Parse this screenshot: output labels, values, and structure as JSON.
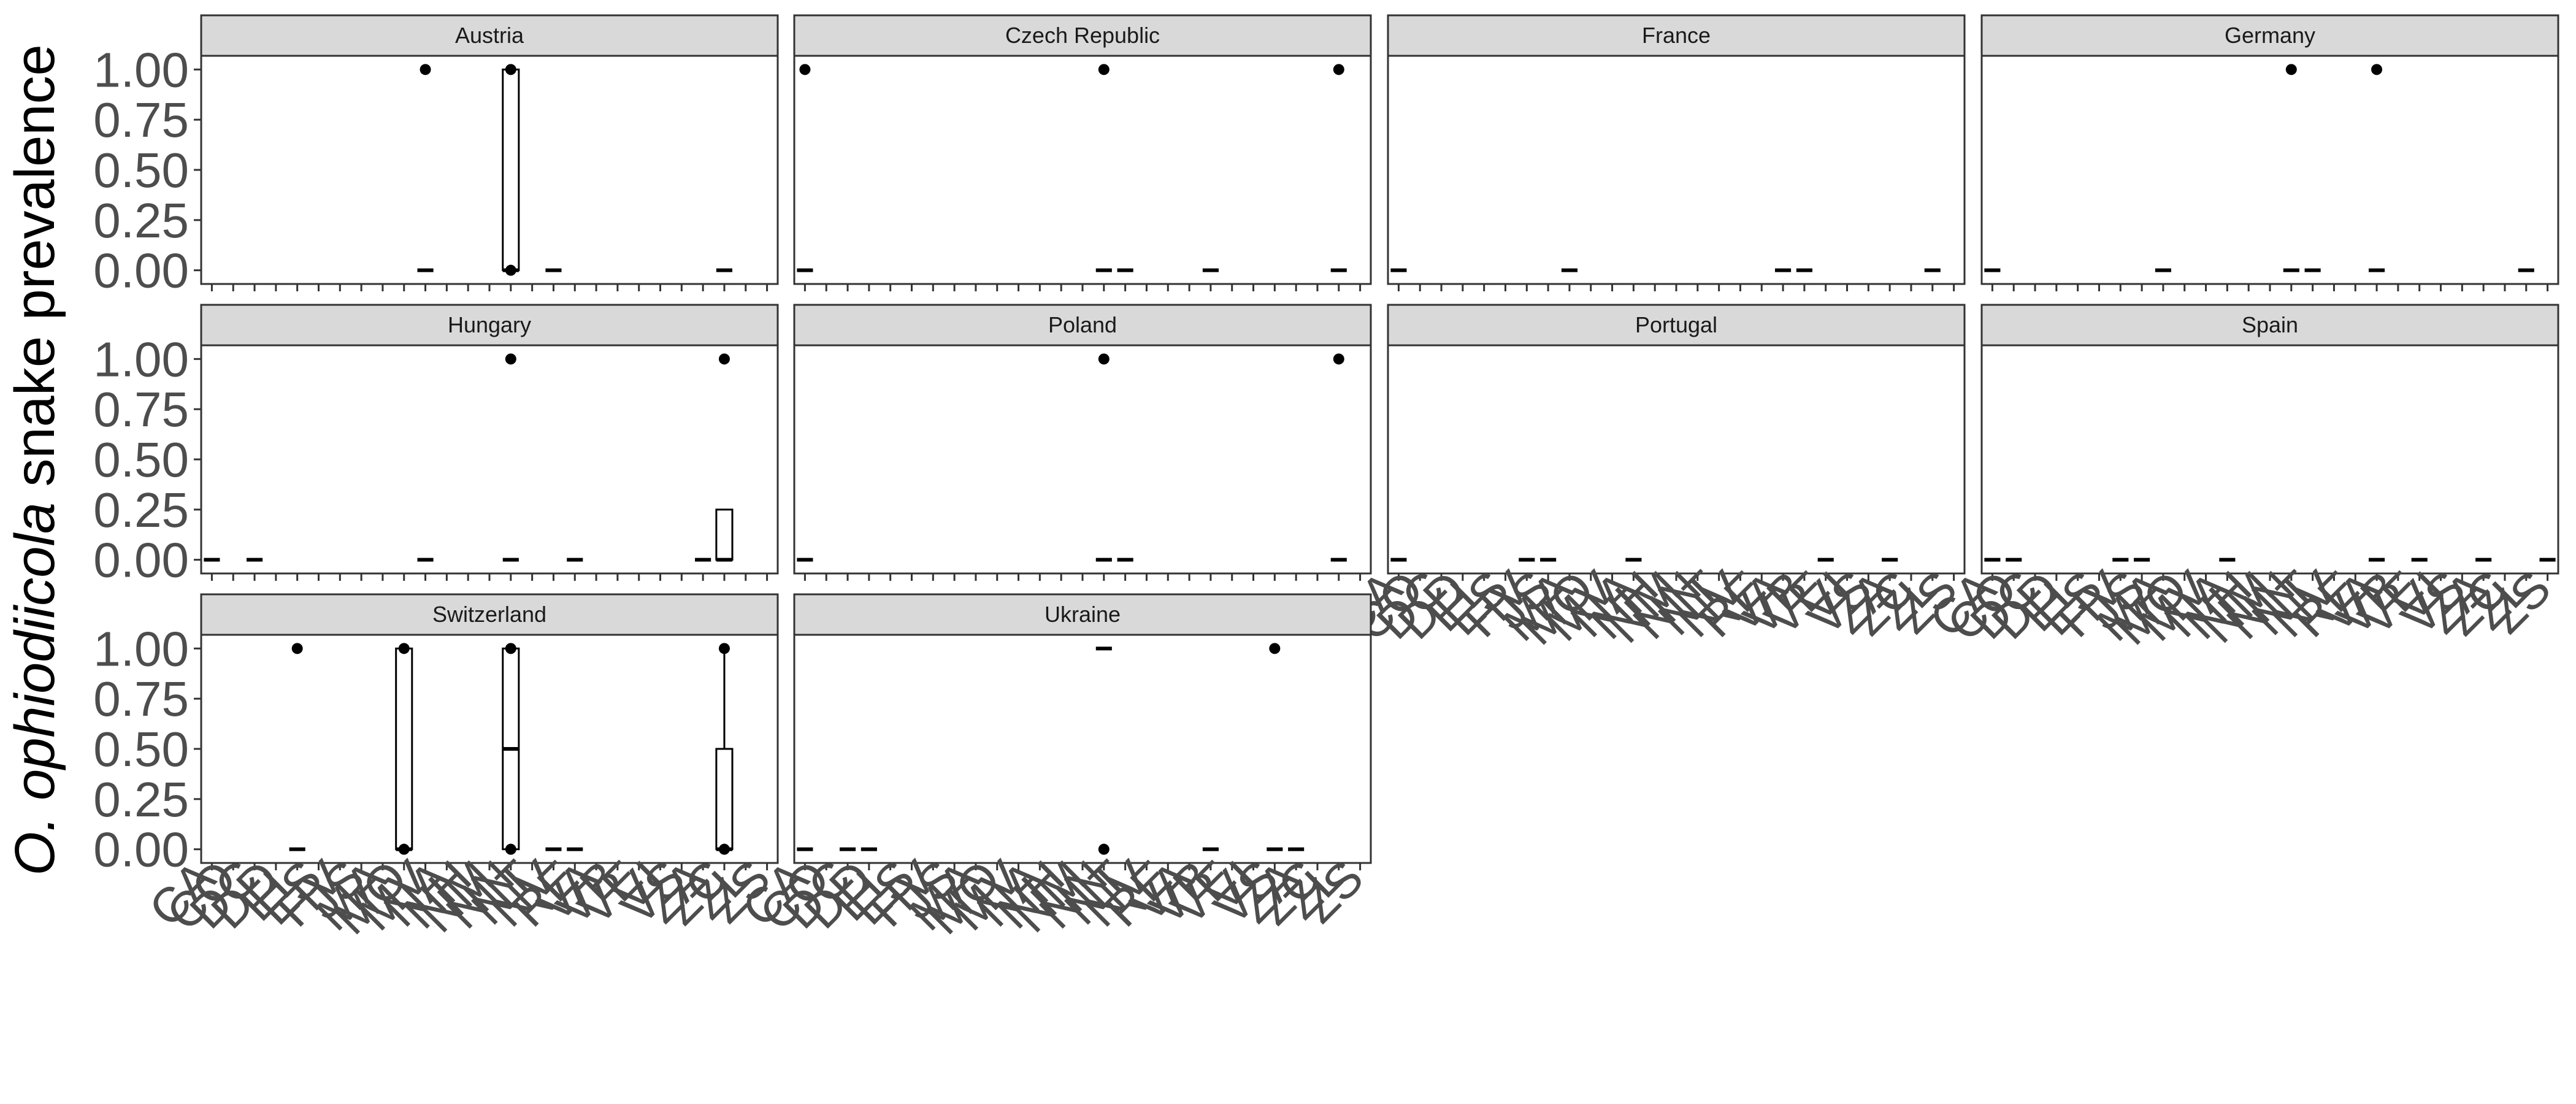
{
  "chart_data": {
    "type": "boxplot",
    "ylabel_italic": "O. ophiodiicola",
    "ylabel_rest": " snake prevalence",
    "xlabel": "",
    "ylim": [
      0,
      1
    ],
    "y_ticks": [
      "0.00",
      "0.25",
      "0.50",
      "0.75",
      "1.00"
    ],
    "categories": [
      "CA",
      "CO",
      "DC",
      "DD",
      "EL",
      "ES",
      "HV",
      "JS",
      "MA",
      "MO",
      "MV",
      "NA",
      "NH",
      "NM",
      "NN",
      "NT",
      "NV",
      "RE",
      "VA",
      "VB",
      "VE",
      "VI",
      "VS",
      "ZA",
      "ZC",
      "ZL",
      "ZS"
    ],
    "category_labels": [
      "CA",
      "CO",
      "DC",
      "DD",
      "EL",
      "ES",
      "HV",
      "JS",
      "MA",
      "MO",
      "MV",
      "NA",
      "NH",
      "NM",
      "NN",
      "NT",
      "NV",
      "RE",
      "VA",
      "VB",
      "VE",
      "VI",
      "VS",
      "ZA",
      "ZC",
      "ZL",
      "ZS"
    ],
    "grid": false,
    "facets": [
      {
        "name": "Austria",
        "groups": [
          {
            "x": "MV",
            "q1": 0,
            "median": 0,
            "q3": 0,
            "min": 0,
            "max": 0,
            "outliers": [
              1
            ]
          },
          {
            "x": "NN",
            "q1": 0,
            "median": 0,
            "q3": 1,
            "min": 0,
            "max": 1,
            "outliers": [
              0,
              1
            ]
          },
          {
            "x": "NV",
            "q1": 0,
            "median": 0,
            "q3": 0,
            "min": 0,
            "max": 0,
            "outliers": []
          },
          {
            "x": "ZC",
            "q1": 0,
            "median": 0,
            "q3": 0,
            "min": 0,
            "max": 0,
            "outliers": []
          }
        ]
      },
      {
        "name": "Czech Republic",
        "groups": [
          {
            "x": "CA",
            "q1": 0,
            "median": 0,
            "q3": 0,
            "min": 0,
            "max": 0,
            "outliers": [
              1
            ]
          },
          {
            "x": "NN",
            "q1": 0,
            "median": 0,
            "q3": 0,
            "min": 0,
            "max": 0,
            "outliers": [
              1
            ]
          },
          {
            "x": "NT",
            "q1": 0,
            "median": 0,
            "q3": 0,
            "min": 0,
            "max": 0,
            "outliers": []
          },
          {
            "x": "VB",
            "q1": 0,
            "median": 0,
            "q3": 0,
            "min": 0,
            "max": 0,
            "outliers": []
          },
          {
            "x": "ZL",
            "q1": 0,
            "median": 0,
            "q3": 0,
            "min": 0,
            "max": 0,
            "outliers": [
              1
            ]
          }
        ]
      },
      {
        "name": "France",
        "groups": [
          {
            "x": "CA",
            "q1": 0,
            "median": 0,
            "q3": 0,
            "min": 0,
            "max": 0,
            "outliers": []
          },
          {
            "x": "MA",
            "q1": 0,
            "median": 0,
            "q3": 0,
            "min": 0,
            "max": 0,
            "outliers": []
          },
          {
            "x": "VA",
            "q1": 0,
            "median": 0,
            "q3": 0,
            "min": 0,
            "max": 0,
            "outliers": []
          },
          {
            "x": "VB",
            "q1": 0,
            "median": 0,
            "q3": 0,
            "min": 0,
            "max": 0,
            "outliers": []
          },
          {
            "x": "ZL",
            "q1": 0,
            "median": 0,
            "q3": 0,
            "min": 0,
            "max": 0,
            "outliers": []
          }
        ]
      },
      {
        "name": "Germany",
        "groups": [
          {
            "x": "CA",
            "q1": 0,
            "median": 0,
            "q3": 0,
            "min": 0,
            "max": 0,
            "outliers": []
          },
          {
            "x": "MA",
            "q1": 0,
            "median": 0,
            "q3": 0,
            "min": 0,
            "max": 0,
            "outliers": []
          },
          {
            "x": "NN",
            "q1": 0,
            "median": 0,
            "q3": 0,
            "min": 0,
            "max": 0,
            "outliers": [
              1
            ]
          },
          {
            "x": "NT",
            "q1": 0,
            "median": 0,
            "q3": 0,
            "min": 0,
            "max": 0,
            "outliers": []
          },
          {
            "x": "VA",
            "q1": 0,
            "median": 0,
            "q3": 0,
            "min": 0,
            "max": 0,
            "outliers": [
              1
            ]
          },
          {
            "x": "ZL",
            "q1": 0,
            "median": 0,
            "q3": 0,
            "min": 0,
            "max": 0,
            "outliers": []
          }
        ]
      },
      {
        "name": "Hungary",
        "groups": [
          {
            "x": "CA",
            "q1": 0,
            "median": 0,
            "q3": 0,
            "min": 0,
            "max": 0,
            "outliers": []
          },
          {
            "x": "DC",
            "q1": 0,
            "median": 0,
            "q3": 0,
            "min": 0,
            "max": 0,
            "outliers": []
          },
          {
            "x": "MV",
            "q1": 0,
            "median": 0,
            "q3": 0,
            "min": 0,
            "max": 0,
            "outliers": []
          },
          {
            "x": "NN",
            "q1": 0,
            "median": 0,
            "q3": 0,
            "min": 0,
            "max": 0,
            "outliers": [
              1
            ]
          },
          {
            "x": "RE",
            "q1": 0,
            "median": 0,
            "q3": 0,
            "min": 0,
            "max": 0,
            "outliers": []
          },
          {
            "x": "ZA",
            "q1": 0,
            "median": 0,
            "q3": 0,
            "min": 0,
            "max": 0,
            "outliers": []
          },
          {
            "x": "ZC",
            "q1": 0,
            "median": 0,
            "q3": 0.25,
            "min": 0,
            "max": 0.25,
            "outliers": [
              1
            ]
          }
        ]
      },
      {
        "name": "Poland",
        "groups": [
          {
            "x": "CA",
            "q1": 0,
            "median": 0,
            "q3": 0,
            "min": 0,
            "max": 0,
            "outliers": []
          },
          {
            "x": "NN",
            "q1": 0,
            "median": 0,
            "q3": 0,
            "min": 0,
            "max": 0,
            "outliers": [
              1
            ]
          },
          {
            "x": "NT",
            "q1": 0,
            "median": 0,
            "q3": 0,
            "min": 0,
            "max": 0,
            "outliers": []
          },
          {
            "x": "ZL",
            "q1": 0,
            "median": 0,
            "q3": 0,
            "min": 0,
            "max": 0,
            "outliers": [
              1
            ]
          }
        ]
      },
      {
        "name": "Portugal",
        "groups": [
          {
            "x": "CA",
            "q1": 0,
            "median": 0,
            "q3": 0,
            "min": 0,
            "max": 0,
            "outliers": []
          },
          {
            "x": "HV",
            "q1": 0,
            "median": 0,
            "q3": 0,
            "min": 0,
            "max": 0,
            "outliers": []
          },
          {
            "x": "JS",
            "q1": 0,
            "median": 0,
            "q3": 0,
            "min": 0,
            "max": 0,
            "outliers": []
          },
          {
            "x": "NA",
            "q1": 0,
            "median": 0,
            "q3": 0,
            "min": 0,
            "max": 0,
            "outliers": []
          },
          {
            "x": "VE",
            "q1": 0,
            "median": 0,
            "q3": 0,
            "min": 0,
            "max": 0,
            "outliers": []
          },
          {
            "x": "ZA",
            "q1": 0,
            "median": 0,
            "q3": 0,
            "min": 0,
            "max": 0,
            "outliers": []
          }
        ]
      },
      {
        "name": "Spain",
        "groups": [
          {
            "x": "CA",
            "q1": 0,
            "median": 0,
            "q3": 0,
            "min": 0,
            "max": 0,
            "outliers": []
          },
          {
            "x": "CO",
            "q1": 0,
            "median": 0,
            "q3": 0,
            "min": 0,
            "max": 0,
            "outliers": []
          },
          {
            "x": "HV",
            "q1": 0,
            "median": 0,
            "q3": 0,
            "min": 0,
            "max": 0,
            "outliers": []
          },
          {
            "x": "JS",
            "q1": 0,
            "median": 0,
            "q3": 0,
            "min": 0,
            "max": 0,
            "outliers": []
          },
          {
            "x": "NA",
            "q1": 0,
            "median": 0,
            "q3": 0,
            "min": 0,
            "max": 0,
            "outliers": []
          },
          {
            "x": "VA",
            "q1": 0,
            "median": 0,
            "q3": 0,
            "min": 0,
            "max": 0,
            "outliers": []
          },
          {
            "x": "VE",
            "q1": 0,
            "median": 0,
            "q3": 0,
            "min": 0,
            "max": 0,
            "outliers": []
          },
          {
            "x": "ZA",
            "q1": 0,
            "median": 0,
            "q3": 0,
            "min": 0,
            "max": 0,
            "outliers": []
          },
          {
            "x": "ZS",
            "q1": 0,
            "median": 0,
            "q3": 0,
            "min": 0,
            "max": 0,
            "outliers": []
          }
        ]
      },
      {
        "name": "Switzerland",
        "groups": [
          {
            "x": "EL",
            "q1": 0,
            "median": 0,
            "q3": 0,
            "min": 0,
            "max": 0,
            "outliers": [
              1
            ]
          },
          {
            "x": "MO",
            "q1": 0,
            "median": 0,
            "q3": 1,
            "min": 0,
            "max": 1,
            "outliers": [
              0,
              1
            ]
          },
          {
            "x": "NN",
            "q1": 0,
            "median": 0.5,
            "q3": 1,
            "min": 0,
            "max": 1,
            "outliers": [
              0,
              1
            ]
          },
          {
            "x": "NV",
            "q1": 0,
            "median": 0,
            "q3": 0,
            "min": 0,
            "max": 0,
            "outliers": []
          },
          {
            "x": "RE",
            "q1": 0,
            "median": 0,
            "q3": 0,
            "min": 0,
            "max": 0,
            "outliers": []
          },
          {
            "x": "ZC",
            "q1": 0,
            "median": 0,
            "q3": 0.5,
            "min": 0,
            "max": 1,
            "outliers": [
              0,
              1
            ]
          }
        ]
      },
      {
        "name": "Ukraine",
        "groups": [
          {
            "x": "CA",
            "q1": 0,
            "median": 0,
            "q3": 0,
            "min": 0,
            "max": 0,
            "outliers": []
          },
          {
            "x": "DC",
            "q1": 0,
            "median": 0,
            "q3": 0,
            "min": 0,
            "max": 0,
            "outliers": []
          },
          {
            "x": "DD",
            "q1": 0,
            "median": 0,
            "q3": 0,
            "min": 0,
            "max": 0,
            "outliers": []
          },
          {
            "x": "NN",
            "q1": 1,
            "median": 1,
            "q3": 1,
            "min": 1,
            "max": 1,
            "outliers": [
              0
            ]
          },
          {
            "x": "VB",
            "q1": 0,
            "median": 0,
            "q3": 0,
            "min": 0,
            "max": 0,
            "outliers": []
          },
          {
            "x": "VS",
            "q1": 0,
            "median": 0,
            "q3": 0,
            "min": 0,
            "max": 0,
            "outliers": [
              1
            ]
          },
          {
            "x": "ZA",
            "q1": 0,
            "median": 0,
            "q3": 0,
            "min": 0,
            "max": 0,
            "outliers": []
          }
        ]
      }
    ]
  }
}
